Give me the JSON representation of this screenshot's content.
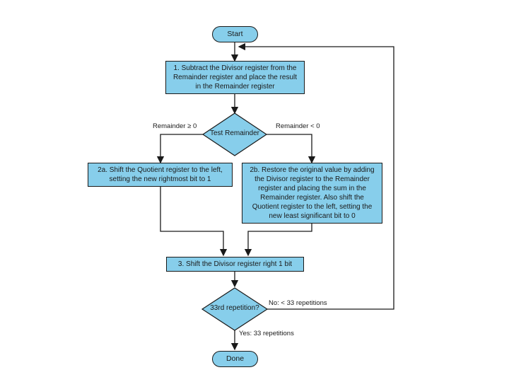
{
  "nodes": {
    "start": "Start",
    "step1": "1.  Subtract the Divisor register from the Remainder register and place the result in the Remainder register",
    "test": "Test Remainder",
    "step2a": "2a.  Shift the Quotient register to the left, setting the new rightmost bit to 1",
    "step2b": "2b.  Restore the original value by adding the Divisor register to the Remainder register and placing the sum in the Remainder register. Also shift the Quotient register to the left, setting the new least significant bit to 0",
    "step3": "3.  Shift the Divisor register right 1 bit",
    "repetition": "33rd repetition?",
    "done": "Done"
  },
  "edges": {
    "ge_zero": "Remainder ≥ 0",
    "lt_zero": "Remainder < 0",
    "no": "No: < 33 repetitions",
    "yes": "Yes: 33 repetitions"
  },
  "colors": {
    "node_fill": "#87ceeb",
    "stroke": "#1a1a1a"
  }
}
